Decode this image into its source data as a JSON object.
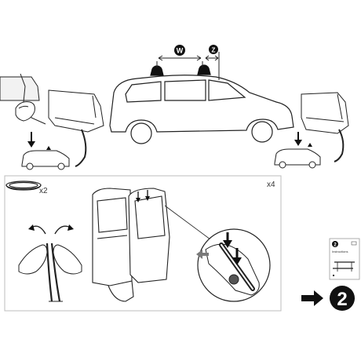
{
  "dimensions": {
    "width_label": "W",
    "offset_label": "Z"
  },
  "steps": {
    "seal_count": "x2",
    "door_count": "x4"
  },
  "next_step": {
    "thumbnail_number": "2",
    "thumbnail_caption": "Instructions",
    "number": "2"
  },
  "colors": {
    "line": "#222222",
    "fill": "#ffffff",
    "panel_border": "#bdbdbd",
    "accent_dark": "#111111",
    "arrow_gray": "#7a7a7a"
  },
  "icons": {
    "down_arrow": "down-arrow-icon",
    "right_arrow": "right-arrow-icon",
    "spread_arrows": "curved-arrow-icon"
  }
}
